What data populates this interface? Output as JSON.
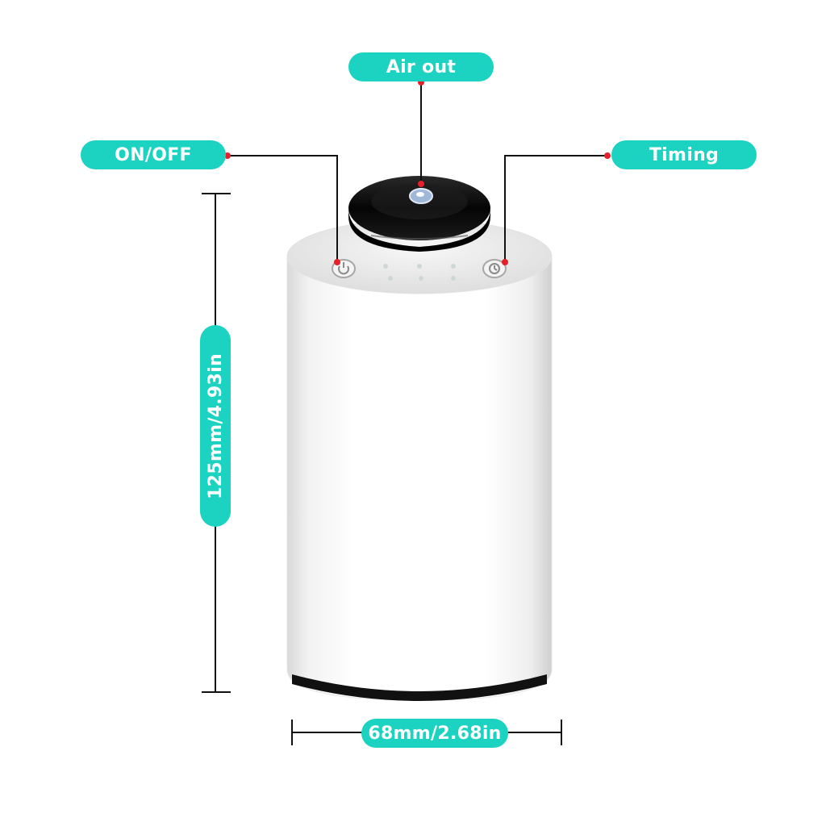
{
  "callouts": {
    "air_out": "Air out",
    "on_off": "ON/OFF",
    "timing": "Timing"
  },
  "dimensions": {
    "height": "125mm/4.93in",
    "width": "68mm/2.68in"
  },
  "colors": {
    "accent": "#1bd3c0",
    "marker": "#e5202a",
    "cap": "#0b0b0b",
    "body": "#ffffff"
  },
  "icons": {
    "power": "power-icon",
    "timer": "clock-icon"
  }
}
